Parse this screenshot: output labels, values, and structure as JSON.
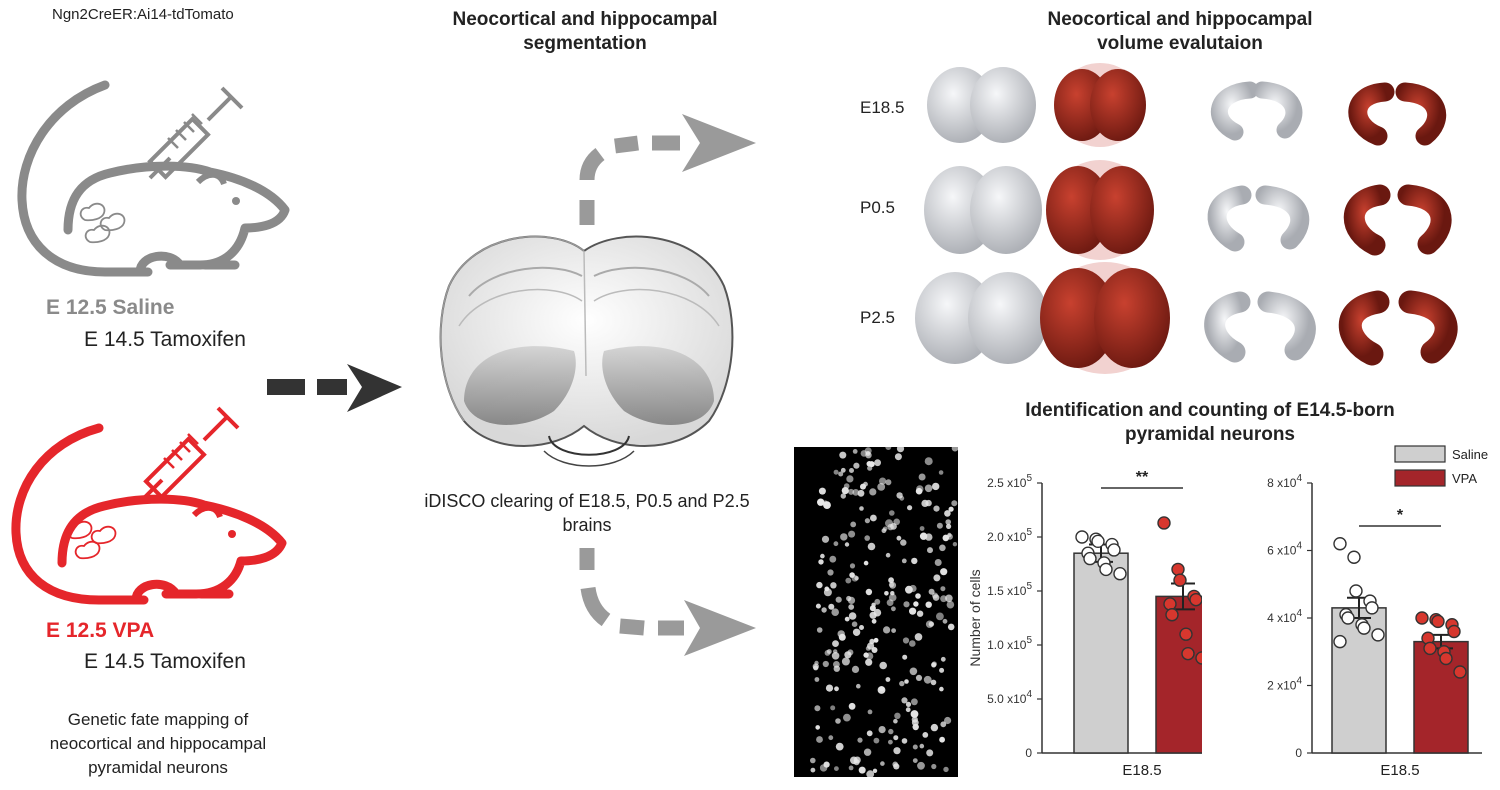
{
  "left": {
    "strain": "Ngn2CreER:Ai14-tdTomato",
    "saline_line1": "E 12.5 Saline",
    "saline_line2": "E 14.5 Tamoxifen",
    "vpa_line1": "E 12.5 VPA",
    "vpa_line2": "E 14.5 Tamoxifen",
    "caption": [
      "Genetic fate mapping of",
      "neocortical and hippocampal",
      "pyramidal neurons"
    ]
  },
  "middle": {
    "title": [
      "Neocortical and hippocampal",
      "segmentation"
    ],
    "caption": [
      "iDISCO clearing of E18.5, P0.5 and P2.5",
      "brains"
    ]
  },
  "volume": {
    "title": [
      "Neocortical and hippocampal",
      "volume evalutaion"
    ],
    "rows": [
      "E18.5",
      "P0.5",
      "P2.5"
    ]
  },
  "counting": {
    "title": [
      "Identification and counting of E14.5-born",
      "pyramidal neurons"
    ]
  },
  "colors": {
    "saline": "#cfcfcf",
    "vpa": "#a4252a",
    "red_mouse": "#e5262b",
    "gray_mouse": "#8a8a8a",
    "arrow_dark": "#333333",
    "arrow_gray": "#9a9a9a"
  },
  "chart_data": [
    {
      "type": "bar",
      "categories": [
        "E18.5"
      ],
      "series": [
        {
          "name": "Saline",
          "values": [
            185000
          ],
          "points": [
            200000,
            198000,
            196000,
            193000,
            188000,
            185000,
            180000,
            176000,
            170000,
            166000
          ]
        },
        {
          "name": "VPA",
          "values": [
            145000
          ],
          "points": [
            213000,
            170000,
            160000,
            145000,
            142000,
            138000,
            128000,
            110000,
            92000,
            88000
          ]
        }
      ],
      "errors": [
        8000,
        12000
      ],
      "ylabel": "Number of cells",
      "yticks": [
        "0",
        "5.0 x10 4",
        "1.0 x10 5",
        "1.5 x10 5",
        "2.0 x10 5",
        "2.5 x10 5"
      ],
      "ylim": [
        0,
        250000
      ],
      "significance": "**",
      "xlabel": "E18.5"
    },
    {
      "type": "bar",
      "categories": [
        "E18.5"
      ],
      "series": [
        {
          "name": "Saline",
          "values": [
            43000
          ],
          "points": [
            62000,
            58000,
            48000,
            45000,
            43000,
            41000,
            40000,
            38000,
            37000,
            35000,
            33000
          ]
        },
        {
          "name": "VPA",
          "values": [
            33000
          ],
          "points": [
            40000,
            39500,
            39000,
            38000,
            36000,
            34000,
            31000,
            30000,
            28000,
            24000
          ]
        }
      ],
      "errors": [
        3000,
        2000
      ],
      "yticks": [
        "0",
        "2 x10 4",
        "4 x10 4",
        "6 x10 4",
        "8 x10 4"
      ],
      "ylim": [
        0,
        80000
      ],
      "significance": "*",
      "xlabel": "E18.5",
      "legend": [
        "Saline",
        "VPA"
      ]
    }
  ]
}
